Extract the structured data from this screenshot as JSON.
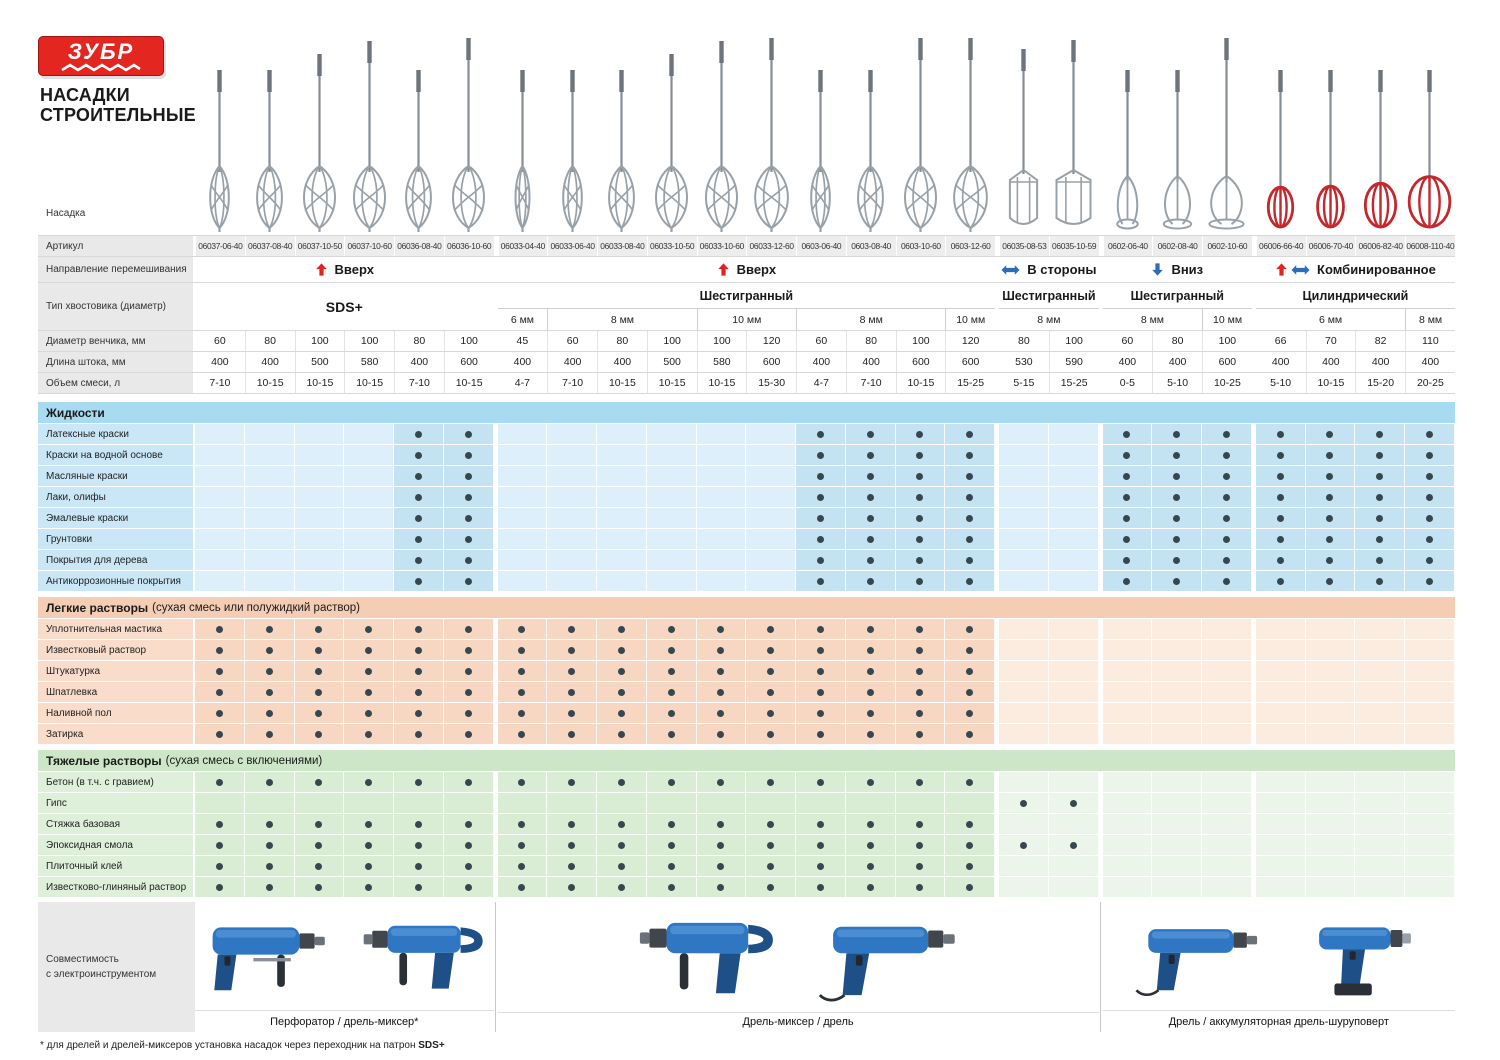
{
  "brand": {
    "logo_text": "ЗУБР",
    "title_line1": "НАСАДКИ",
    "title_line2": "СТРОИТЕЛЬНЫЕ"
  },
  "colors": {
    "brand_red": "#e3261f",
    "arrow_red": "#e42320",
    "arrow_blue": "#2e6db6",
    "dot": "#36474f",
    "metal": "#99a1a8",
    "red_whisk": "#c4282c",
    "tool_blue": "#2f77c2",
    "tool_dark": "#1e4f86"
  },
  "table": {
    "row_labels": {
      "nozzle": "Насадка",
      "article": "Артикул",
      "direction": "Направление перемешивания",
      "shank": "Тип хвостовика (диаметр)",
      "whisk_diameter": "Диаметр венчика, мм",
      "rod_length": "Длина штока, мм",
      "mix_volume": "Объем смеси, л"
    },
    "groups": [
      {
        "cols": 6,
        "direction": "Вверх",
        "dir_icon": "up",
        "shank": "SDS+",
        "sizes": []
      },
      {
        "cols": 10,
        "direction": "Вверх",
        "dir_icon": "up",
        "shank": "Шестигранный",
        "sizes": [
          {
            "label": "6 мм",
            "span": 1
          },
          {
            "label": "8 мм",
            "span": 3
          },
          {
            "label": "10 мм",
            "span": 2
          },
          {
            "label": "8 мм",
            "span": 3
          },
          {
            "label": "10 мм",
            "span": 1
          }
        ]
      },
      {
        "cols": 2,
        "direction": "В стороны",
        "dir_icon": "sideways",
        "shank": "Шестигранный",
        "sizes": [
          {
            "label": "8 мм",
            "span": 2
          }
        ]
      },
      {
        "cols": 3,
        "direction": "Вниз",
        "dir_icon": "down",
        "shank": "Шестигранный",
        "sizes": [
          {
            "label": "8 мм",
            "span": 2
          },
          {
            "label": "10 мм",
            "span": 1
          }
        ]
      },
      {
        "cols": 4,
        "direction": "Комбинированное",
        "dir_icon": "combo",
        "shank": "Цилиндрический",
        "sizes": [
          {
            "label": "6 мм",
            "span": 3
          },
          {
            "label": "8 мм",
            "span": 1
          }
        ]
      }
    ],
    "articles": [
      "06037-06-40",
      "06037-08-40",
      "06037-10-50",
      "06037-10-60",
      "06036-08-40",
      "06036-10-60",
      "06033-04-40",
      "06033-06-40",
      "06033-08-40",
      "06033-10-50",
      "06033-10-60",
      "06033-12-60",
      "0603-06-40",
      "0603-08-40",
      "0603-10-60",
      "0603-12-60",
      "06035-08-53",
      "06035-10-59",
      "0602-06-40",
      "0602-08-40",
      "0602-10-60",
      "06006-66-40",
      "06006-70-40",
      "06006-82-40",
      "06008-110-40"
    ],
    "whisk_diameters": [
      60,
      80,
      100,
      100,
      80,
      100,
      45,
      60,
      80,
      100,
      100,
      120,
      60,
      80,
      100,
      120,
      80,
      100,
      60,
      80,
      100,
      66,
      70,
      82,
      110
    ],
    "rod_lengths": [
      400,
      400,
      500,
      580,
      400,
      600,
      400,
      400,
      400,
      500,
      580,
      600,
      400,
      400,
      600,
      600,
      530,
      590,
      400,
      400,
      600,
      400,
      400,
      400,
      400
    ],
    "mix_volumes": [
      "7-10",
      "10-15",
      "10-15",
      "10-15",
      "7-10",
      "10-15",
      "4-7",
      "7-10",
      "10-15",
      "10-15",
      "10-15",
      "15-30",
      "4-7",
      "7-10",
      "10-15",
      "15-25",
      "5-15",
      "15-25",
      "0-5",
      "5-10",
      "10-25",
      "5-10",
      "10-15",
      "15-20",
      "20-25"
    ],
    "whisk_types": [
      "spiral",
      "spiral",
      "spiral",
      "spiral",
      "spiral",
      "spiral",
      "spiral",
      "spiral",
      "spiral",
      "spiral",
      "spiral",
      "spiral",
      "spiral",
      "spiral",
      "spiral",
      "spiral",
      "frame",
      "frame",
      "turbine",
      "turbine",
      "turbine",
      "ball",
      "ball",
      "ball",
      "ball"
    ]
  },
  "sections": [
    {
      "id": "liquids",
      "title": "Жидкости",
      "subtitle": "",
      "theme": {
        "head": "#a8dbf2",
        "label": "#c9e7f6",
        "cell": "#ddeffa",
        "active": "#c3e3f3"
      },
      "active_col_ranges": [
        [
          5,
          6
        ],
        [
          13,
          16
        ],
        [
          19,
          21
        ],
        [
          22,
          25
        ]
      ],
      "rows": [
        {
          "label": "Латексные краски",
          "dot_col_ranges": [
            [
              5,
              6
            ],
            [
              13,
              16
            ],
            [
              19,
              21
            ],
            [
              22,
              25
            ]
          ]
        },
        {
          "label": "Краски на водной основе",
          "dot_col_ranges": [
            [
              5,
              6
            ],
            [
              13,
              16
            ],
            [
              19,
              21
            ],
            [
              22,
              25
            ]
          ]
        },
        {
          "label": "Масляные краски",
          "dot_col_ranges": [
            [
              5,
              6
            ],
            [
              13,
              16
            ],
            [
              19,
              21
            ],
            [
              22,
              25
            ]
          ]
        },
        {
          "label": "Лаки, олифы",
          "dot_col_ranges": [
            [
              5,
              6
            ],
            [
              13,
              16
            ],
            [
              19,
              21
            ],
            [
              22,
              25
            ]
          ]
        },
        {
          "label": "Эмалевые краски",
          "dot_col_ranges": [
            [
              5,
              6
            ],
            [
              13,
              16
            ],
            [
              19,
              21
            ],
            [
              22,
              25
            ]
          ]
        },
        {
          "label": "Грунтовки",
          "dot_col_ranges": [
            [
              5,
              6
            ],
            [
              13,
              16
            ],
            [
              19,
              21
            ],
            [
              22,
              25
            ]
          ]
        },
        {
          "label": "Покрытия для дерева",
          "dot_col_ranges": [
            [
              5,
              6
            ],
            [
              13,
              16
            ],
            [
              19,
              21
            ],
            [
              22,
              25
            ]
          ]
        },
        {
          "label": "Антикоррозионные покрытия",
          "dot_col_ranges": [
            [
              5,
              6
            ],
            [
              13,
              16
            ],
            [
              19,
              21
            ],
            [
              22,
              25
            ]
          ]
        }
      ]
    },
    {
      "id": "light-mortars",
      "title": "Легкие растворы",
      "subtitle": "(сухая смесь или полужидкий раствор)",
      "theme": {
        "head": "#f5ccb4",
        "label": "#f9dcca",
        "cell": "#fcebdf",
        "active": "#f7d7c2"
      },
      "active_col_ranges": [
        [
          1,
          16
        ]
      ],
      "rows": [
        {
          "label": "Уплотнительная мастика",
          "dot_col_ranges": [
            [
              1,
              16
            ]
          ]
        },
        {
          "label": "Известковый раствор",
          "dot_col_ranges": [
            [
              1,
              16
            ]
          ]
        },
        {
          "label": "Штукатурка",
          "dot_col_ranges": [
            [
              1,
              16
            ]
          ]
        },
        {
          "label": "Шпатлевка",
          "dot_col_ranges": [
            [
              1,
              16
            ]
          ]
        },
        {
          "label": "Наливной пол",
          "dot_col_ranges": [
            [
              1,
              16
            ]
          ]
        },
        {
          "label": "Затирка",
          "dot_col_ranges": [
            [
              1,
              16
            ]
          ]
        }
      ]
    },
    {
      "id": "heavy-mortars",
      "title": "Тяжелые растворы",
      "subtitle": "(сухая смесь с включениями)",
      "theme": {
        "head": "#cce6c7",
        "label": "#def0da",
        "cell": "#ebf5e9",
        "active": "#d9ecd4"
      },
      "active_col_ranges": [
        [
          1,
          16
        ]
      ],
      "rows": [
        {
          "label": "Бетон (в т.ч. с гравием)",
          "dot_col_ranges": [
            [
              1,
              16
            ]
          ]
        },
        {
          "label": "Гипс",
          "dot_col_ranges": [
            [
              17,
              18
            ]
          ]
        },
        {
          "label": "Стяжка базовая",
          "dot_col_ranges": [
            [
              1,
              16
            ]
          ]
        },
        {
          "label": "Эпоксидная смола",
          "dot_col_ranges": [
            [
              1,
              16
            ],
            [
              17,
              18
            ]
          ]
        },
        {
          "label": "Плиточный клей",
          "dot_col_ranges": [
            [
              1,
              16
            ]
          ]
        },
        {
          "label": "Известково-глиняный раствор",
          "dot_col_ranges": [
            [
              1,
              16
            ]
          ]
        }
      ]
    }
  ],
  "compatibility": {
    "label_line1": "Совместимость",
    "label_line2": "с электроинструментом",
    "groups": [
      {
        "caption": "Перфоратор / дрель-миксер*",
        "col_span": [
          1,
          6
        ],
        "tools": [
          "hammer-drill",
          "mixer-drill"
        ]
      },
      {
        "caption": "Дрель-миксер / дрель",
        "col_span": [
          7,
          18
        ],
        "tools": [
          "mixer-drill",
          "drill"
        ]
      },
      {
        "caption": "Дрель / аккумуляторная дрель-шуруповерт",
        "col_span": [
          19,
          25
        ],
        "tools": [
          "drill",
          "cordless-screwdriver"
        ]
      }
    ]
  },
  "footnote": {
    "text": "* для дрелей и дрелей-миксеров установка насадок через переходник на патрон ",
    "bold": "SDS+"
  }
}
